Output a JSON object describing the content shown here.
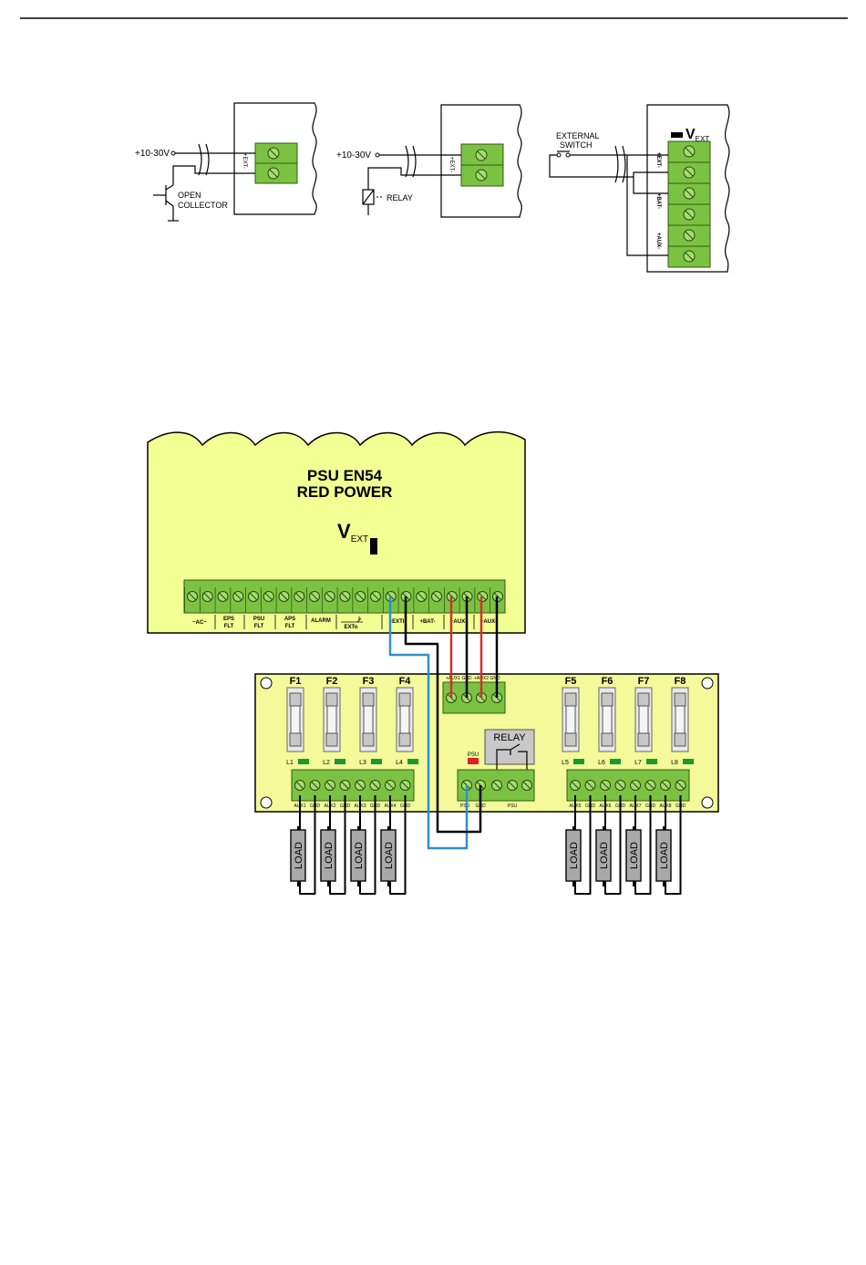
{
  "diagram_top": {
    "left": {
      "voltage": "+10-30V",
      "terminal_label": "+EXT-",
      "device": "OPEN COLLECTOR",
      "device_line1": "OPEN",
      "device_line2": "COLLECTOR"
    },
    "middle": {
      "voltage": "+10-30V",
      "terminal_label": "+EXT-",
      "device": "RELAY"
    },
    "right": {
      "switch_line1": "EXTERNAL",
      "switch_line2": "SWITCH",
      "vext_main": "V",
      "vext_sub": "EXT",
      "terminal_labels": [
        "+EXT-",
        "+BAT-",
        "+AUX-"
      ]
    }
  },
  "psu": {
    "title_line1": "PSU EN54",
    "title_line2": "RED POWER",
    "vext_main": "V",
    "vext_sub": "EXT",
    "terminal_groups": [
      "~AC~",
      "EPS FLT",
      "PSU FLT",
      "APS FLT",
      "ALARM",
      "EXTo",
      "+EXTi-",
      "+BAT-",
      "+AUX-",
      "+AUX-"
    ],
    "terminal_group_labels": {
      "ac": "~AC~",
      "eps1": "EPS",
      "eps2": "FLT",
      "psu1": "PSU",
      "psu2": "FLT",
      "aps1": "APS",
      "aps2": "FLT",
      "alarm": "ALARM",
      "exto": "EXTo",
      "exti": "+EXTi-",
      "bat": "+BAT-",
      "aux1": "+AUX-",
      "aux2": "+AUX-"
    }
  },
  "fuse_board": {
    "fuses": [
      "F1",
      "F2",
      "F3",
      "F4",
      "F5",
      "F6",
      "F7",
      "F8"
    ],
    "leds": [
      "L1",
      "L2",
      "L3",
      "L4",
      "L5",
      "L6",
      "L7",
      "L8"
    ],
    "input_labels": [
      "+AUX1",
      "GND",
      "+AUX2",
      "GND"
    ],
    "relay_label": "RELAY",
    "psu_led_label": "PSU",
    "psu_terminal_labels": [
      "PSU",
      "GND",
      "PSU"
    ],
    "output_labels": [
      "AUX1",
      "GND",
      "AUX2",
      "GND",
      "AUX3",
      "GND",
      "AUX4",
      "GND",
      "AUX5",
      "GND",
      "AUX6",
      "GND",
      "AUX7",
      "GND",
      "AUX8",
      "GND"
    ],
    "load_label": "LOAD"
  },
  "colors": {
    "psu_body": "#f2ff93",
    "board": "#f4fa9a",
    "terminal": "#7cc242",
    "wire_red": "#d0312d",
    "wire_blue": "#2e8fd0",
    "wire_black": "#000000",
    "led_green": "#1a9a2e",
    "led_red": "#e02020"
  }
}
